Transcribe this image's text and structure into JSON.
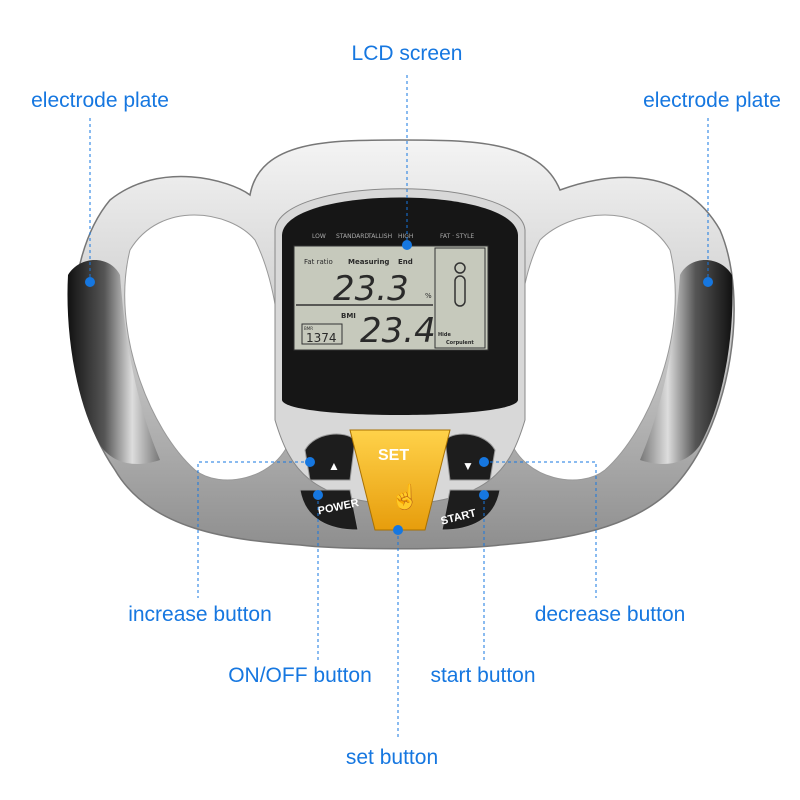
{
  "labels": {
    "lcd_screen": "LCD screen",
    "electrode_left": "electrode plate",
    "electrode_right": "electrode plate",
    "increase": "increase button",
    "decrease": "decrease button",
    "on_off": "ON/OFF button",
    "start": "start button",
    "set": "set button"
  },
  "device": {
    "buttons": {
      "set": "SET",
      "power": "POWER",
      "start": "START",
      "up": "▲",
      "down": "▼"
    },
    "lcd": {
      "scale": [
        "LOW",
        "STANDARD",
        "TALLISH",
        "HIGH"
      ],
      "fat_style": "FAT · STYLE",
      "fat_ratio": "Fat ratio",
      "measuring": "Measuring",
      "end": "End",
      "fat_value": "23.3",
      "percent": "%",
      "bmi_label": "BMI",
      "bmi_value": "23.4",
      "small_label": "BMR",
      "small_value": "1374",
      "body_type_1": "Hide",
      "body_type_2": "Corpulent"
    }
  },
  "colors": {
    "accent": "#1677e0",
    "set_button": "#f2b21c"
  }
}
